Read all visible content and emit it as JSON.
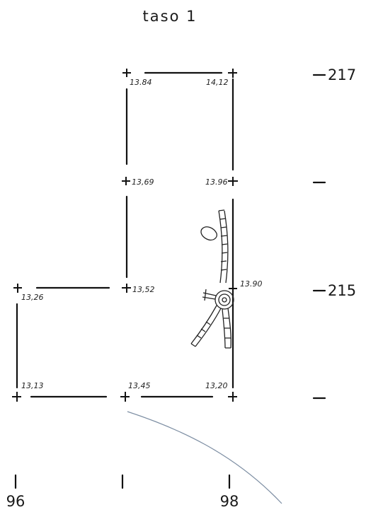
{
  "title": "taso 1",
  "y_labels": {
    "top": "217",
    "mid": "215"
  },
  "x_labels": {
    "left": "96",
    "right": "98"
  },
  "elevations": {
    "a": "13.84",
    "b": "14,12",
    "c": "13,69",
    "d": "13.96",
    "e": "13,26",
    "f": "13,52",
    "g": "13.90",
    "h": "13,13",
    "i": "13,45",
    "j": "13,20"
  }
}
